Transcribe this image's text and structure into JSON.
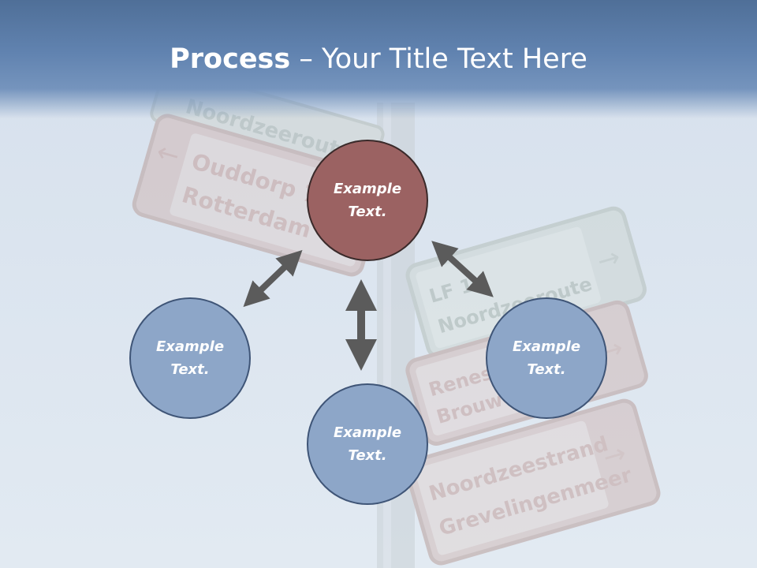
{
  "slide": {
    "title_bold": "Process",
    "title_rest": " – Your Title Text Here"
  },
  "nodes": {
    "top": "Example\nText.",
    "left": "Example\nText.",
    "right": "Example\nText.",
    "bottom": "Example\nText."
  },
  "background_signs": [
    "Noordzeeroute",
    "Ouddorp 7",
    "Rotterdam",
    "LF 1a",
    "Noordzeeroute",
    "Renesse",
    "Brouwersdam",
    "Noordzeestrand",
    "Grevelingenmeer"
  ],
  "colors": {
    "title_band": "#5d7faa",
    "center_circle": "#9b6262",
    "outer_circles": "#8da6c8",
    "arrows": "#5b5b5b"
  }
}
